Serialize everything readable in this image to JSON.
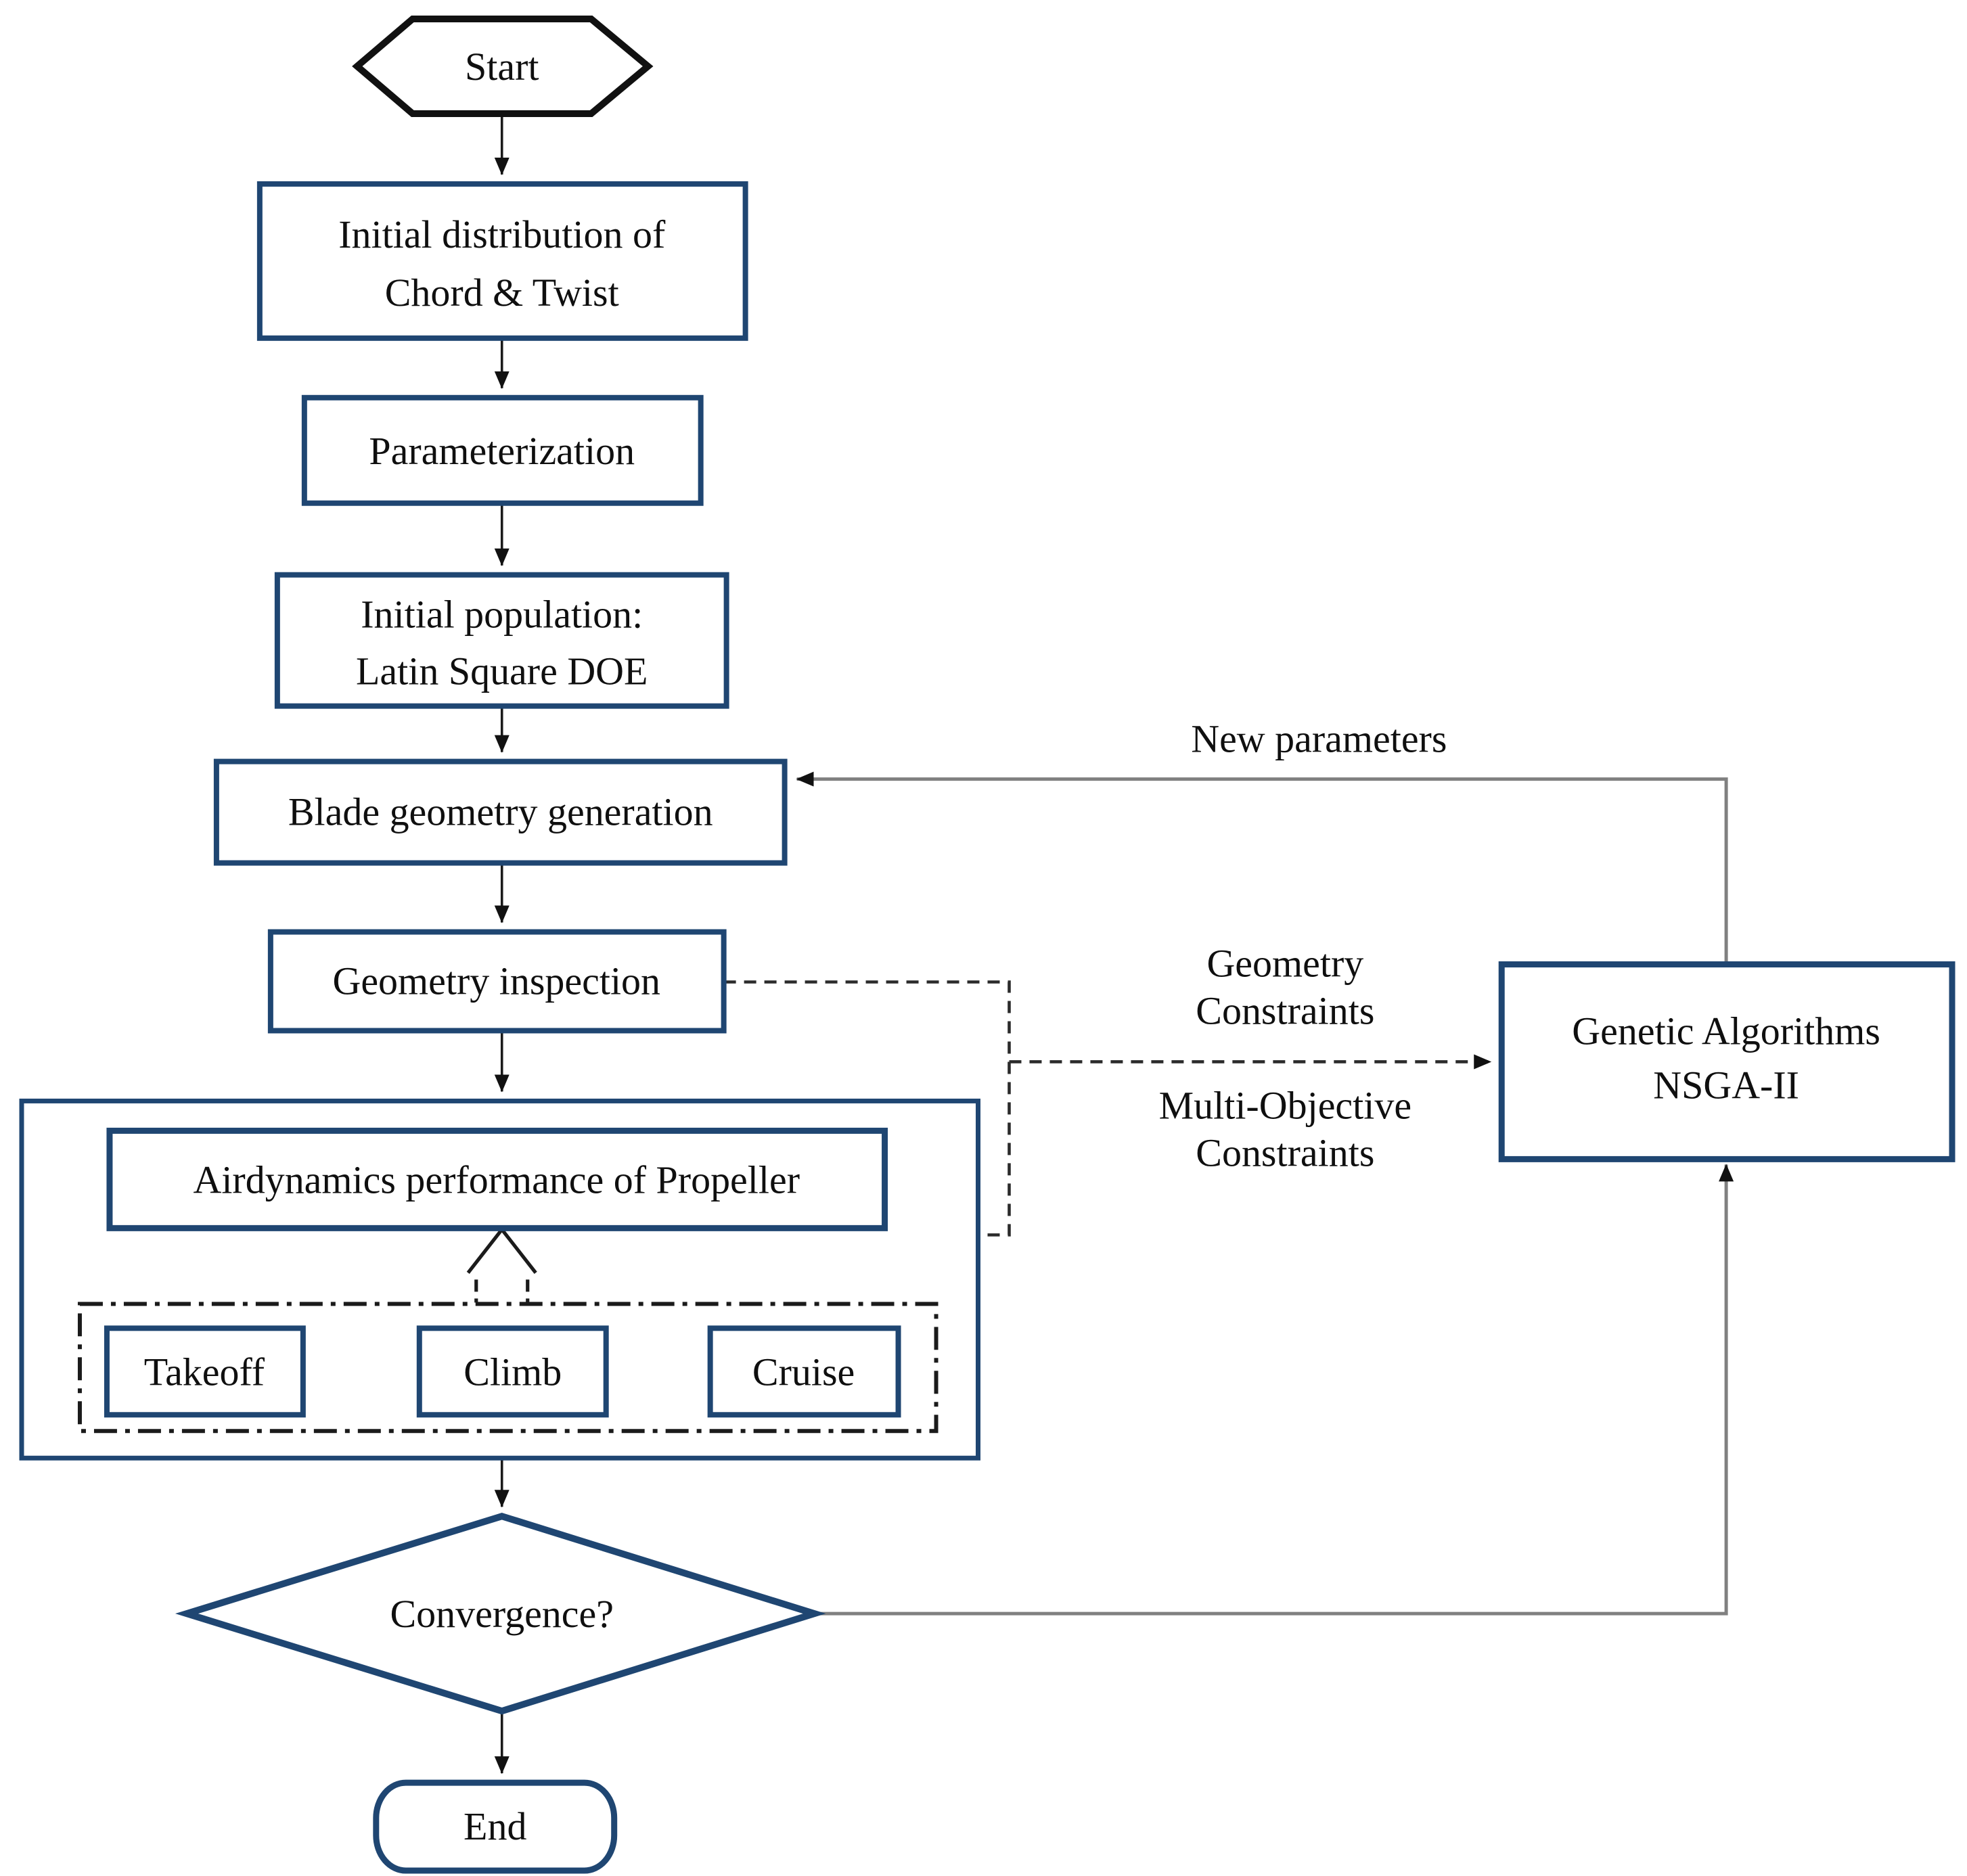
{
  "figure": {
    "background": "#ffffff",
    "colors": {
      "node_border": "#1f4672",
      "start_border": "#111111",
      "connector_line": "#1a1a1a",
      "feedback_line": "#808080",
      "dashed_line": "#2b2b2b",
      "text": "#0f0f0f"
    },
    "nodes": {
      "start": {
        "label": "Start"
      },
      "initial_distribution": {
        "line1": "Initial distribution of",
        "line2": "Chord & Twist"
      },
      "parameterization": {
        "label": "Parameterization"
      },
      "initial_population": {
        "line1": "Initial population:",
        "line2": "Latin Square DOE"
      },
      "blade_geometry_generation": {
        "label": "Blade geometry generation"
      },
      "geometry_inspection": {
        "label": "Geometry inspection"
      },
      "aerodynamics_performance": {
        "label": "Airdynamics performance of Propeller"
      },
      "takeoff": {
        "label": "Takeoff"
      },
      "climb": {
        "label": "Climb"
      },
      "cruise": {
        "label": "Cruise"
      },
      "convergence": {
        "label": "Convergence?"
      },
      "end": {
        "label": "End"
      },
      "genetic_algorithms": {
        "line1": "Genetic Algorithms",
        "line2": "NSGA-II"
      }
    },
    "edge_labels": {
      "new_parameters": "New parameters",
      "geometry_constraints": {
        "line1": "Geometry",
        "line2": "Constraints"
      },
      "multi_objective_constraints": {
        "line1": "Multi-Objective",
        "line2": "Constraints"
      }
    }
  }
}
